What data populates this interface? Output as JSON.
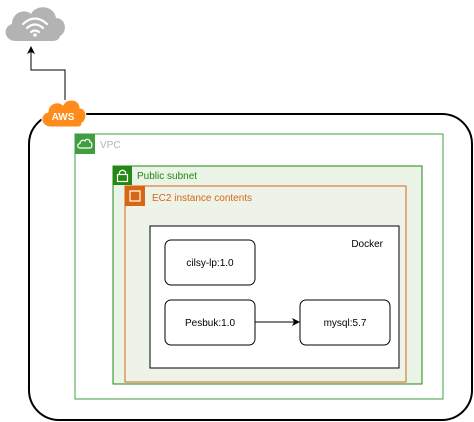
{
  "colors": {
    "vpc": "#3f9e3f",
    "public_subnet": "#248814",
    "public_subnet_fill": "#e9f3e6",
    "ec2": "#d86613",
    "ec2_fill": "#eef3ea",
    "aws_badge": "#ff8c1a",
    "cloud": "#b3b3b3",
    "outline": "#000000",
    "vpc_label": "#aab7b8"
  },
  "icons": {
    "internet": "cloud-wifi-icon",
    "aws": "aws-logo-icon",
    "vpc": "vpc-cloud-icon",
    "subnet": "lock-icon",
    "ec2": "ec2-instance-icon"
  },
  "aws": {
    "badge_label": "AWS"
  },
  "vpc": {
    "label": "VPC"
  },
  "public_subnet": {
    "label": "Public subnet"
  },
  "ec2": {
    "label": "EC2 instance contents"
  },
  "docker": {
    "label": "Docker",
    "containers": [
      {
        "label": "cilsy-lp:1.0"
      },
      {
        "label": "Pesbuk:1.0"
      },
      {
        "label": "mysql:5.7"
      }
    ]
  },
  "connections": [
    {
      "from": "Pesbuk:1.0",
      "to": "mysql:5.7"
    }
  ]
}
